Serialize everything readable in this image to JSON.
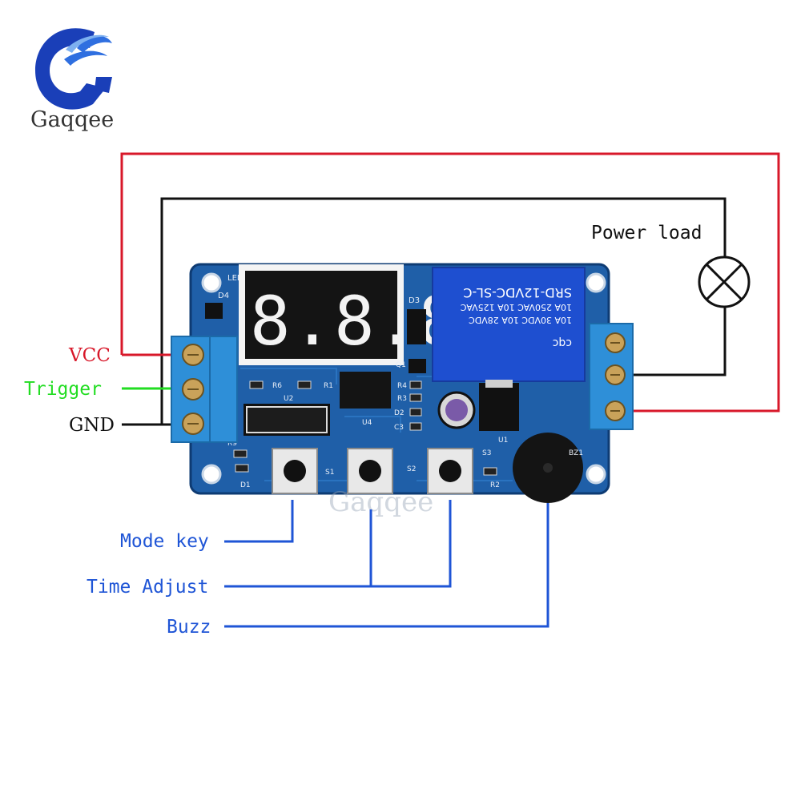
{
  "brand": {
    "name": "Gaqqee",
    "watermark": "Gaqqee",
    "logo_colors": [
      "#1a3fb8",
      "#2f6fe0",
      "#7db0f0"
    ]
  },
  "left_labels": {
    "vcc": "VCC",
    "trigger": "Trigger",
    "gnd": "GND"
  },
  "load": {
    "label": "Power load",
    "icon": "lamp-icon"
  },
  "callouts": {
    "mode_key": "Mode key",
    "time_adjust": "Time Adjust",
    "buzz": "Buzz"
  },
  "display": {
    "digits": "8.8.8."
  },
  "relay": {
    "model": "SRD-12VDC-SL-C",
    "rating_1": "10A 250VAC  10A 125VAC",
    "rating_2": "10A 30VDC  10A 28VDC",
    "cert": "cqc"
  },
  "board_labels": {
    "led": "LED",
    "d4": "D4",
    "d3": "D3",
    "q1": "Q1",
    "r6": "R6",
    "r1": "R1",
    "r4": "R4",
    "r3": "R3",
    "d2": "D2",
    "c3": "C3",
    "u2": "U2",
    "u4": "U4",
    "u1": "U1",
    "r9": "R9",
    "d1": "D1",
    "s1": "S1",
    "s2": "S2",
    "s3": "S3",
    "r2": "R2",
    "bz1": "BZ1"
  },
  "colors": {
    "vcc": "#d8182a",
    "trigger": "#22dd22",
    "gnd": "#111111",
    "callout": "#1f55d6",
    "pcb": "#1f5fa8",
    "terminal": "#2e8fd8"
  }
}
